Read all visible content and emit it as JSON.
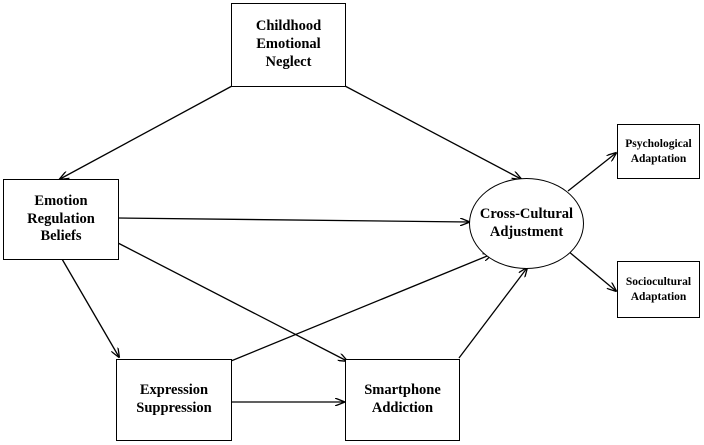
{
  "nodes": {
    "childhood_neglect": {
      "lines": [
        "Childhood",
        "Emotional",
        "Neglect"
      ]
    },
    "emotion_regulation_beliefs": {
      "lines": [
        "Emotion",
        "Regulation",
        "Beliefs"
      ]
    },
    "expression_suppression": {
      "lines": [
        "Expression",
        "Suppression"
      ]
    },
    "smartphone_addiction": {
      "lines": [
        "Smartphone",
        "Addiction"
      ]
    },
    "cross_cultural_adjustment": {
      "lines": [
        "Cross-Cultural",
        "Adjustment"
      ]
    },
    "psychological_adaptation": {
      "lines": [
        "Psychological",
        "Adaptation"
      ]
    },
    "sociocultural_adaptation": {
      "lines": [
        "Sociocultural",
        "Adaptation"
      ]
    }
  }
}
